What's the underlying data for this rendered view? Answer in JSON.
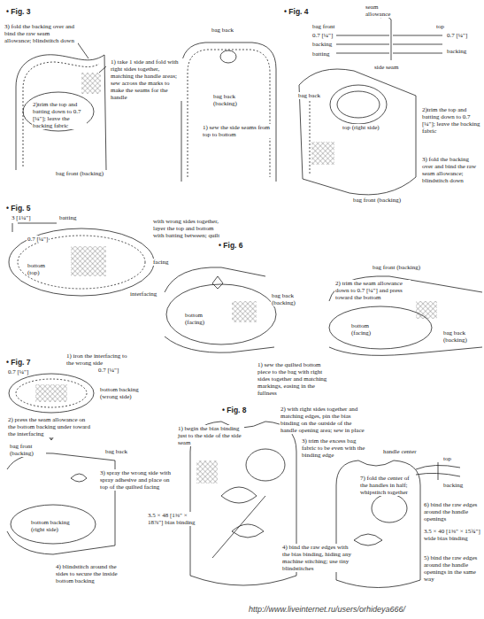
{
  "diagram": {
    "labels": [
      "• Fig. 3",
      "3) fold the backing over and bind the raw seam allowance; blindstitch down",
      "1) take 1 side and fold with right sides together, matching the handle areas; sew across the marks to make the seams for the handle",
      "2)trim the top and batting down to 0.7 [¼\"]; leave the backing fabric",
      "bag front (backing)",
      "bag back",
      "bag back (backing)",
      "1) sew the side seams from top to bottom",
      "• Fig. 4",
      "seam allowance",
      "bag front",
      "0.7 [¼\"]",
      "backing",
      "batting",
      "side seam",
      "top",
      "0.7 [¼\"]",
      "backing",
      "bag back",
      "top (right side)",
      "2)trim the top and batting down to 0.7 [¼\"]; leave the backing fabric",
      "3) fold the backing over and bind the raw seam allowance; blindstitch down",
      "bag front (backing)",
      "• Fig. 5",
      "3 [1¼\"]",
      "batting",
      "0.7 [¼\"]",
      "with wrong sides together, layer the top and bottom with batting between; quilt",
      "bottom (top)",
      "facing",
      "interfacing",
      "• Fig. 6",
      "bag back (backing)",
      "bottom (facing)",
      "1) sew the quilted bottom piece to the bag with right sides together and matching markings, easing in the fullness",
      "bag front (backing)",
      "2) trim the seam allowance down to 0.7 [¼\"] and press toward the bottom",
      "bottom (facing)",
      "bag back (backing)",
      "• Fig. 7",
      "0.7 [¼\"]",
      "1) iron the interfacing to the wrong side",
      "0.7 [¼\"]",
      "bottom backing (wrong side)",
      "2) press the seam allowance on the bottom backing under toward the interfacing",
      "bag front (backing)",
      "bag back",
      "3) spray the wrong side with spray adhesive and place on top of the quilted facing",
      "bottom backing (right side)",
      "4) blindstitch around the sides to secure the inside bottom backing",
      "• Fig. 8",
      "1) begin the bias binding just to the side of the side seam",
      "2) with right sides together and matching edges, pin the bias binding on the outside of the handle opening area; sew in place",
      "3) trim the excess bag fabric to be even with the binding edge",
      "3.5 × 48 [1⅜\" × 18⅞\"] bias binding",
      "handle center",
      "top",
      "backing",
      "7) fold the center of the handles in half; whipstitch together",
      "6) bind the raw edges around the handle openings",
      "3.5 × 40 [1⅜\" × 15¾\"] wide bias binding",
      "5) bind the raw edges around the handle openings in the same way",
      "4) bind the raw edges with the bias binding, hiding any machine stitching; use tiny blindstitches",
      "http://www.liveinternet.ru/users/orhideya666/"
    ]
  }
}
